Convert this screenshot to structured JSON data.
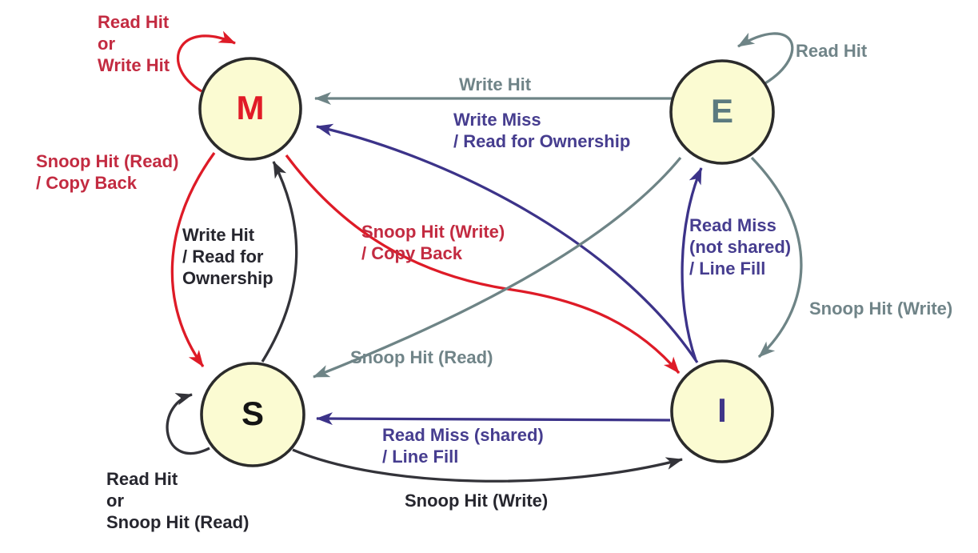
{
  "diagram": {
    "type": "state-machine",
    "colors": {
      "node_fill": "#FBFBD2",
      "node_border": "#2b2b2b",
      "red": "#de1b27",
      "crimson": "#c32b41",
      "gray": "#6e8486",
      "gray_text": "#708488",
      "purple": "#3c3389",
      "purple_text": "#463d8f",
      "black": "#333339",
      "black_text": "#26262e",
      "m_letter": "#e11b27",
      "e_letter": "#5b7a7f",
      "s_letter": "#141414",
      "i_letter": "#3f3588"
    },
    "nodes": {
      "M": {
        "label": "M"
      },
      "E": {
        "label": "E"
      },
      "S": {
        "label": "S"
      },
      "I": {
        "label": "I"
      }
    },
    "edges": {
      "m_self": {
        "from": "M",
        "to": "M",
        "color": "red",
        "label": "Read Hit\nor\nWrite Hit"
      },
      "m_to_s": {
        "from": "M",
        "to": "S",
        "color": "red",
        "label": "Snoop Hit (Read)\n/ Copy Back"
      },
      "m_to_i": {
        "from": "M",
        "to": "I",
        "color": "red",
        "label": "Snoop Hit (Write)\n/ Copy Back"
      },
      "e_self": {
        "from": "E",
        "to": "E",
        "color": "gray",
        "label": "Read Hit"
      },
      "e_to_m": {
        "from": "E",
        "to": "M",
        "color": "gray",
        "label": "Write Hit"
      },
      "e_to_s": {
        "from": "E",
        "to": "S",
        "color": "gray",
        "label": "Snoop Hit (Read)"
      },
      "e_to_i": {
        "from": "E",
        "to": "I",
        "color": "gray",
        "label": "Snoop Hit (Write)"
      },
      "i_to_m": {
        "from": "I",
        "to": "M",
        "color": "purple",
        "label": "Write Miss\n/ Read for Ownership"
      },
      "i_to_e": {
        "from": "I",
        "to": "E",
        "color": "purple",
        "label": "Read Miss\n(not shared)\n/ Line Fill"
      },
      "i_to_s": {
        "from": "I",
        "to": "S",
        "color": "purple",
        "label": "Read Miss (shared)\n/ Line Fill"
      },
      "s_to_m": {
        "from": "S",
        "to": "M",
        "color": "black",
        "label": "Write Hit\n/ Read for\nOwnership"
      },
      "s_to_i": {
        "from": "S",
        "to": "I",
        "color": "black",
        "label": "Snoop Hit (Write)"
      },
      "s_self": {
        "from": "S",
        "to": "S",
        "color": "black",
        "label": "Read Hit\nor\nSnoop Hit (Read)"
      }
    }
  }
}
